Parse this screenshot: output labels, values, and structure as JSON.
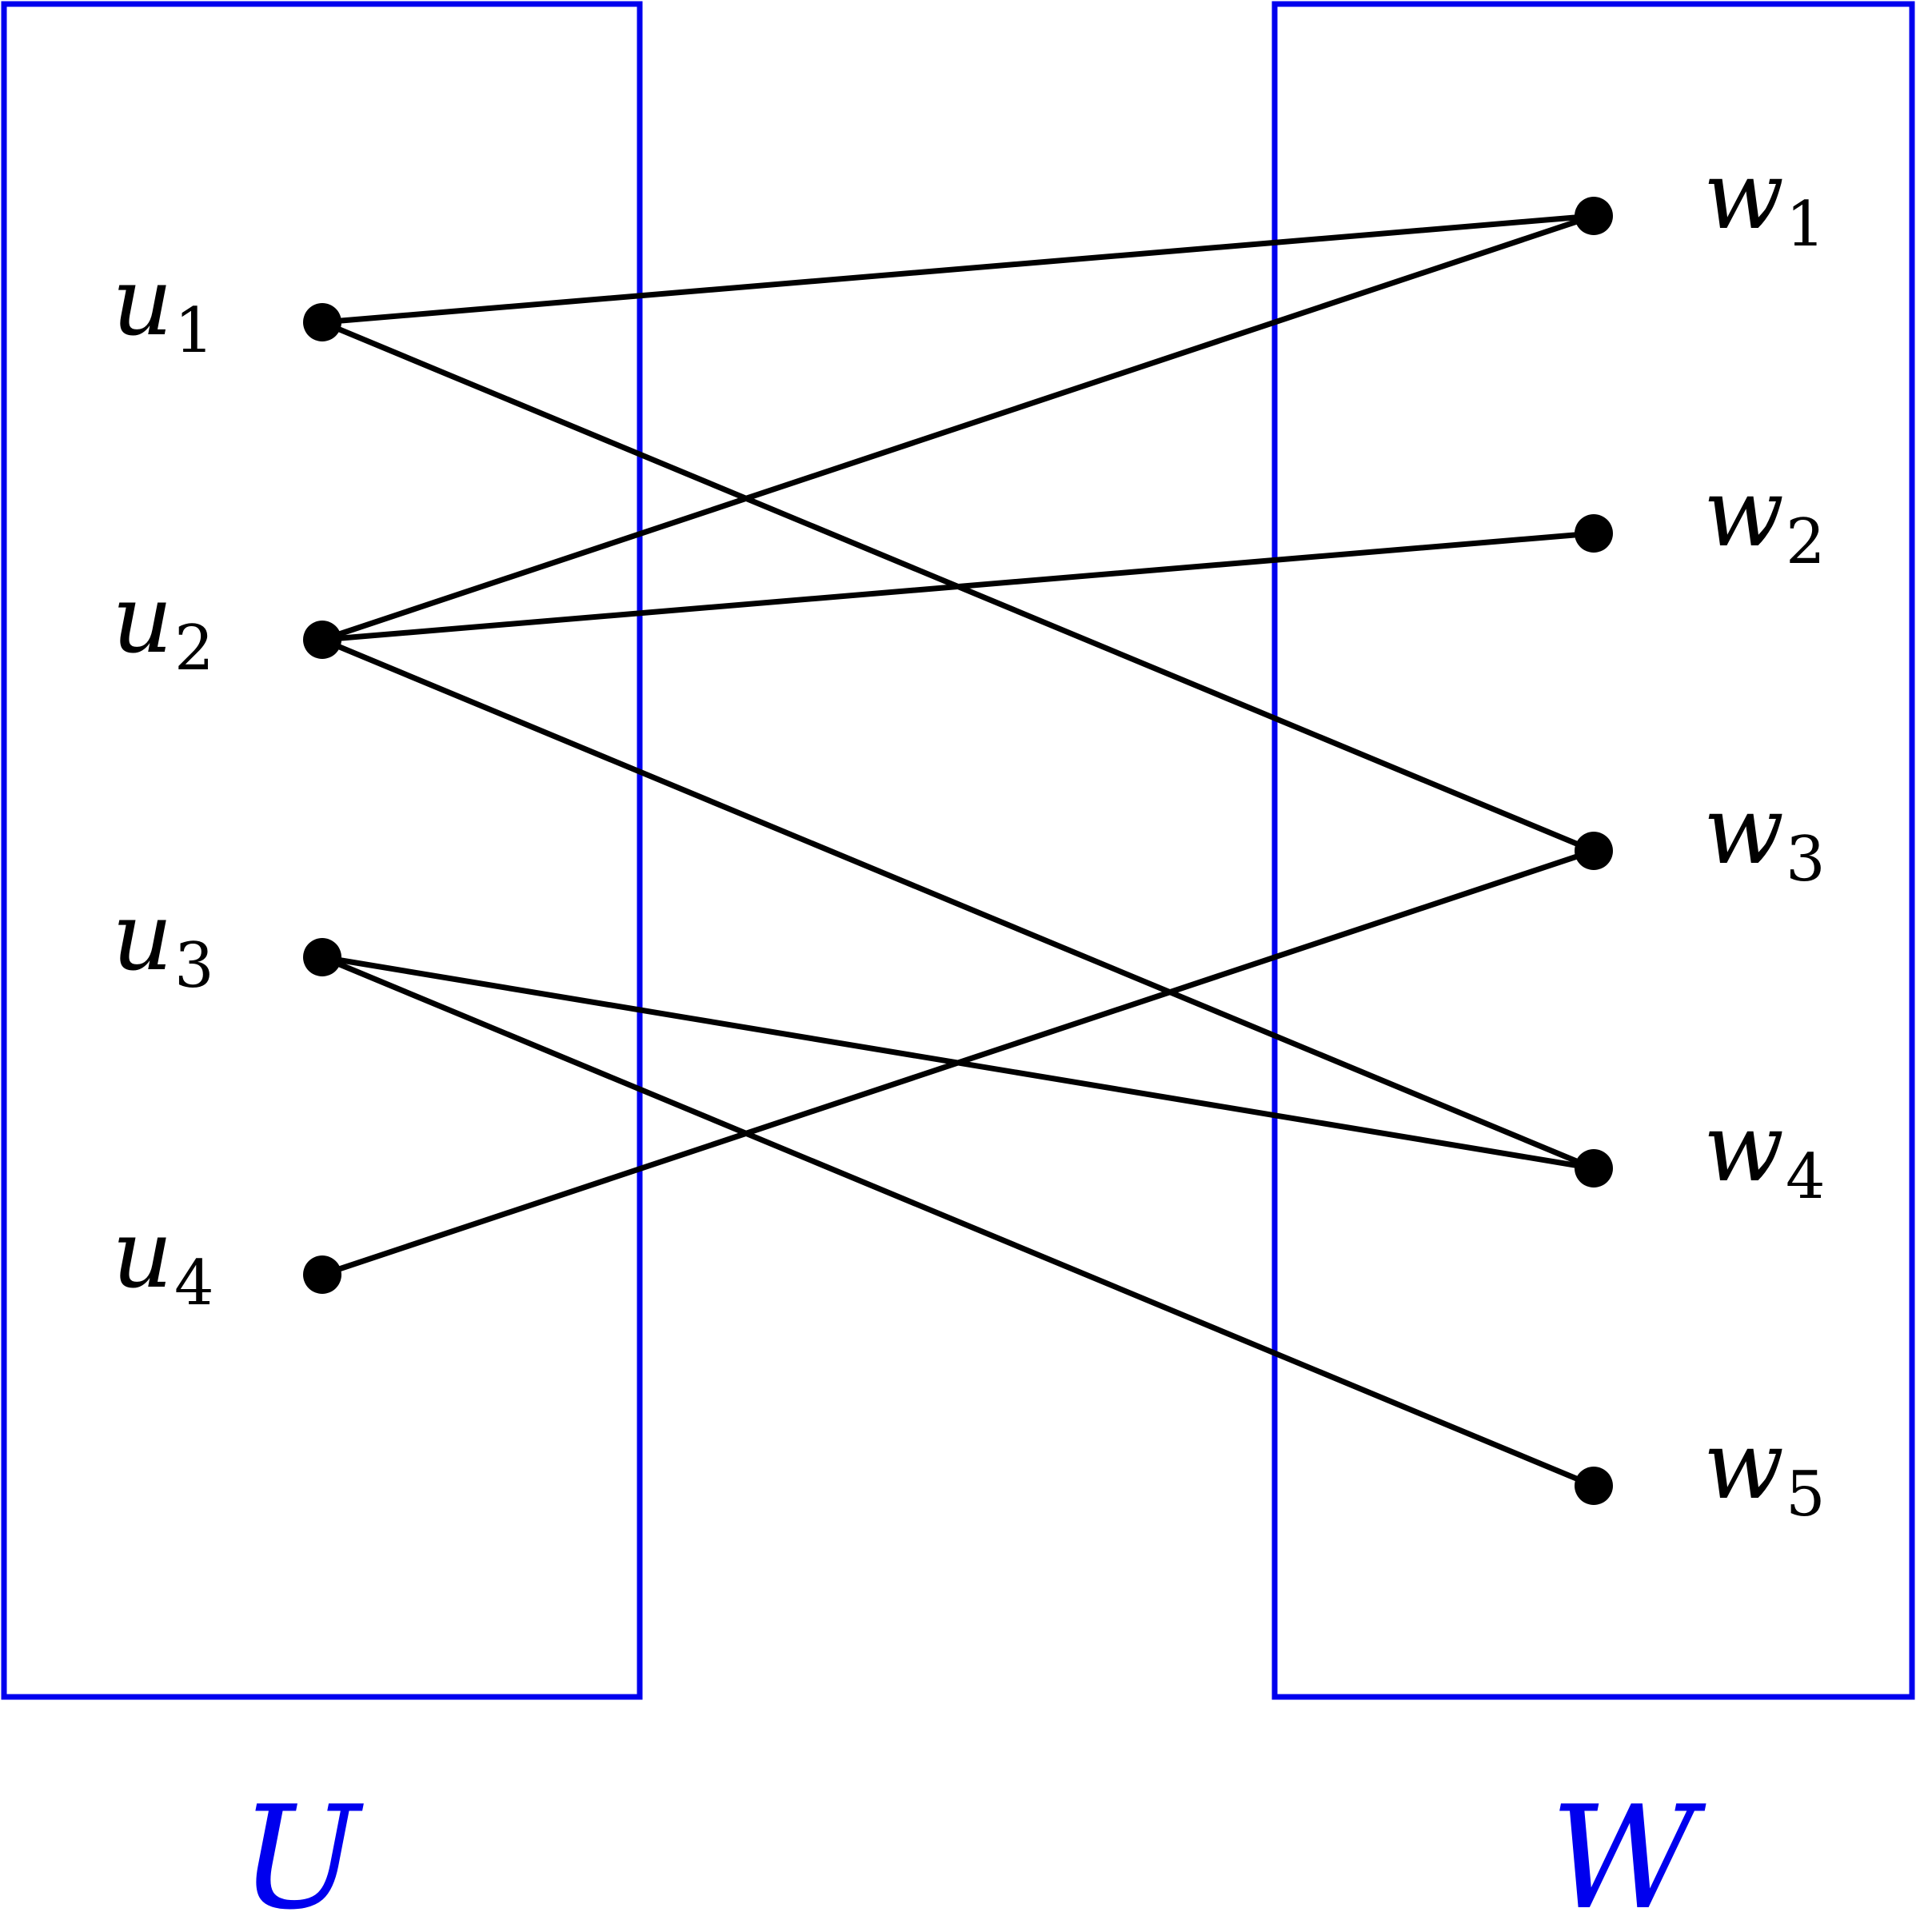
{
  "colors": {
    "set_boxes": "#0000ee",
    "edges": "#000000",
    "vertices": "#000000",
    "labels": "#000000"
  },
  "sets": [
    {
      "id": "U",
      "label": "U"
    },
    {
      "id": "W",
      "label": "W"
    }
  ],
  "vertices": {
    "U": [
      {
        "id": "u1",
        "base": "u",
        "index": "1"
      },
      {
        "id": "u2",
        "base": "u",
        "index": "2"
      },
      {
        "id": "u3",
        "base": "u",
        "index": "3"
      },
      {
        "id": "u4",
        "base": "u",
        "index": "4"
      }
    ],
    "W": [
      {
        "id": "w1",
        "base": "w",
        "index": "1"
      },
      {
        "id": "w2",
        "base": "w",
        "index": "2"
      },
      {
        "id": "w3",
        "base": "w",
        "index": "3"
      },
      {
        "id": "w4",
        "base": "w",
        "index": "4"
      },
      {
        "id": "w5",
        "base": "w",
        "index": "5"
      }
    ]
  },
  "edges": [
    [
      "u1",
      "w1"
    ],
    [
      "u1",
      "w3"
    ],
    [
      "u2",
      "w1"
    ],
    [
      "u2",
      "w2"
    ],
    [
      "u2",
      "w4"
    ],
    [
      "u3",
      "w4"
    ],
    [
      "u3",
      "w5"
    ],
    [
      "u4",
      "w3"
    ]
  ]
}
